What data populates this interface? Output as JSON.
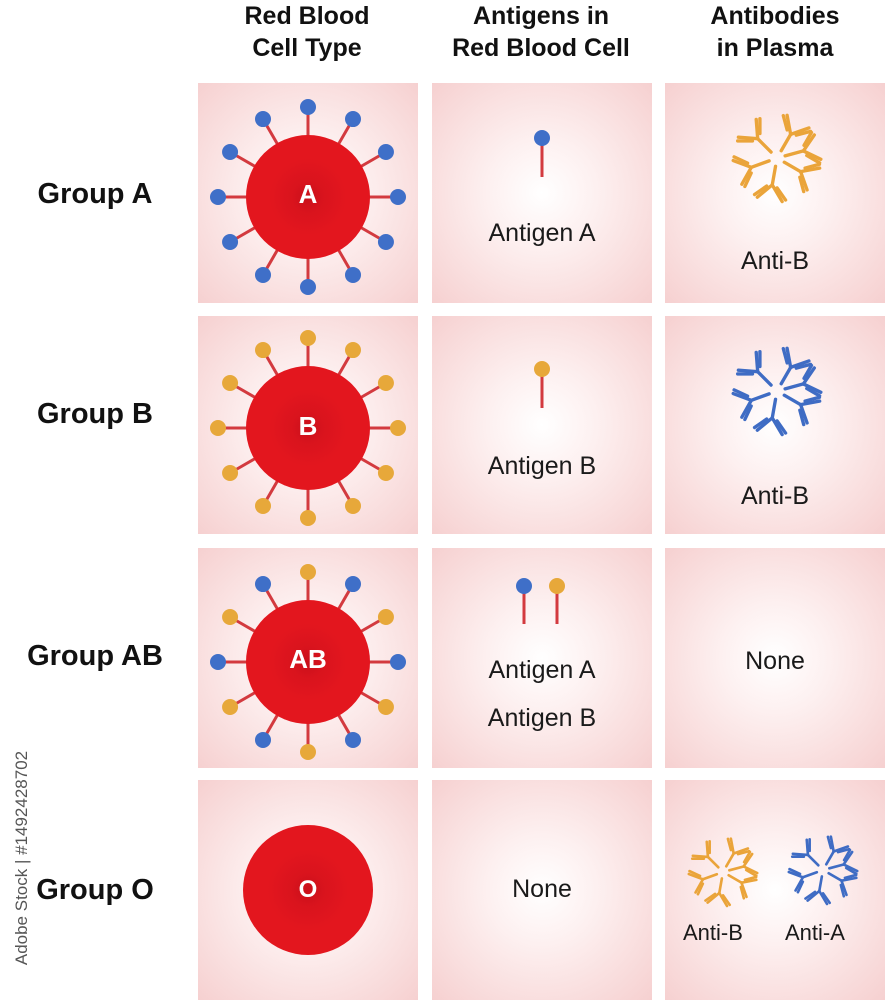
{
  "headers": {
    "col1": [
      "Red Blood",
      "Cell Type"
    ],
    "col2": [
      "Antigens in",
      "Red Blood Cell"
    ],
    "col3": [
      "Antibodies",
      "in Plasma"
    ]
  },
  "rows": [
    {
      "label": "Group A",
      "cell_letter": "A",
      "antigen_texts": [
        "Antigen A"
      ],
      "antibody_texts": [
        "Anti-B"
      ]
    },
    {
      "label": "Group B",
      "cell_letter": "B",
      "antigen_texts": [
        "Antigen B"
      ],
      "antibody_texts": [
        "Anti-B"
      ]
    },
    {
      "label": "Group AB",
      "cell_letter": "AB",
      "antigen_texts": [
        "Antigen A",
        "Antigen B"
      ],
      "antibody_texts": [
        "None"
      ]
    },
    {
      "label": "Group O",
      "cell_letter": "O",
      "antigen_texts": [
        "None"
      ],
      "antibody_texts": [
        "Anti-B",
        "Anti-A"
      ]
    }
  ],
  "watermark": "Adobe Stock | #1492428702",
  "colors": {
    "cell_red": "#e3161e",
    "cell_dark": "#c8101a",
    "stem": "#d33a3f",
    "antigen_a": "#3f6fc8",
    "antigen_b": "#e7a83a",
    "antibody_orange": "#eaa43a",
    "antibody_blue": "#3f6cc4"
  }
}
